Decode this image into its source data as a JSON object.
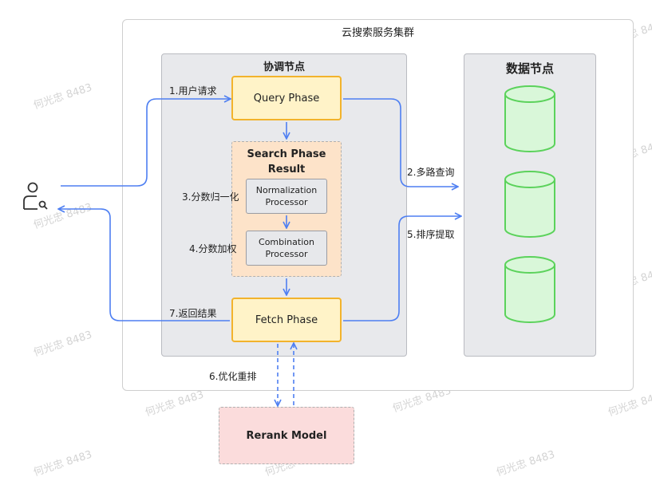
{
  "cluster": {
    "title": "云搜索服务集群"
  },
  "coordinator": {
    "title": "协调节点"
  },
  "data_nodes": {
    "title": "数据节点",
    "count": 3
  },
  "query_phase": {
    "label": "Query Phase"
  },
  "search_phase_result": {
    "title_line1": "Search Phase",
    "title_line2": "Result"
  },
  "normalization": {
    "line1": "Normalization",
    "line2": "Processor"
  },
  "combination": {
    "line1": "Combination",
    "line2": "Processor"
  },
  "fetch_phase": {
    "label": "Fetch Phase"
  },
  "rerank_model": {
    "label": "Rerank Model"
  },
  "steps": {
    "s1": "1.用户请求",
    "s2": "2.多路查询",
    "s3": "3.分数归一化",
    "s4": "4.分数加权",
    "s5": "5.排序提取",
    "s6": "6.优化重排",
    "s7": "7.返回结果"
  },
  "user_icon": "user-search-icon",
  "colors": {
    "arrow": "#4e7ff2",
    "phase_fill": "#fff3c8",
    "phase_border": "#f2b32c",
    "cylinder_fill": "#d9f7d9",
    "cylinder_stroke": "#5bd25b",
    "search_fill": "#fde3c9",
    "rerank_fill": "#fbdcdc"
  },
  "watermark": "何光忠 8483"
}
